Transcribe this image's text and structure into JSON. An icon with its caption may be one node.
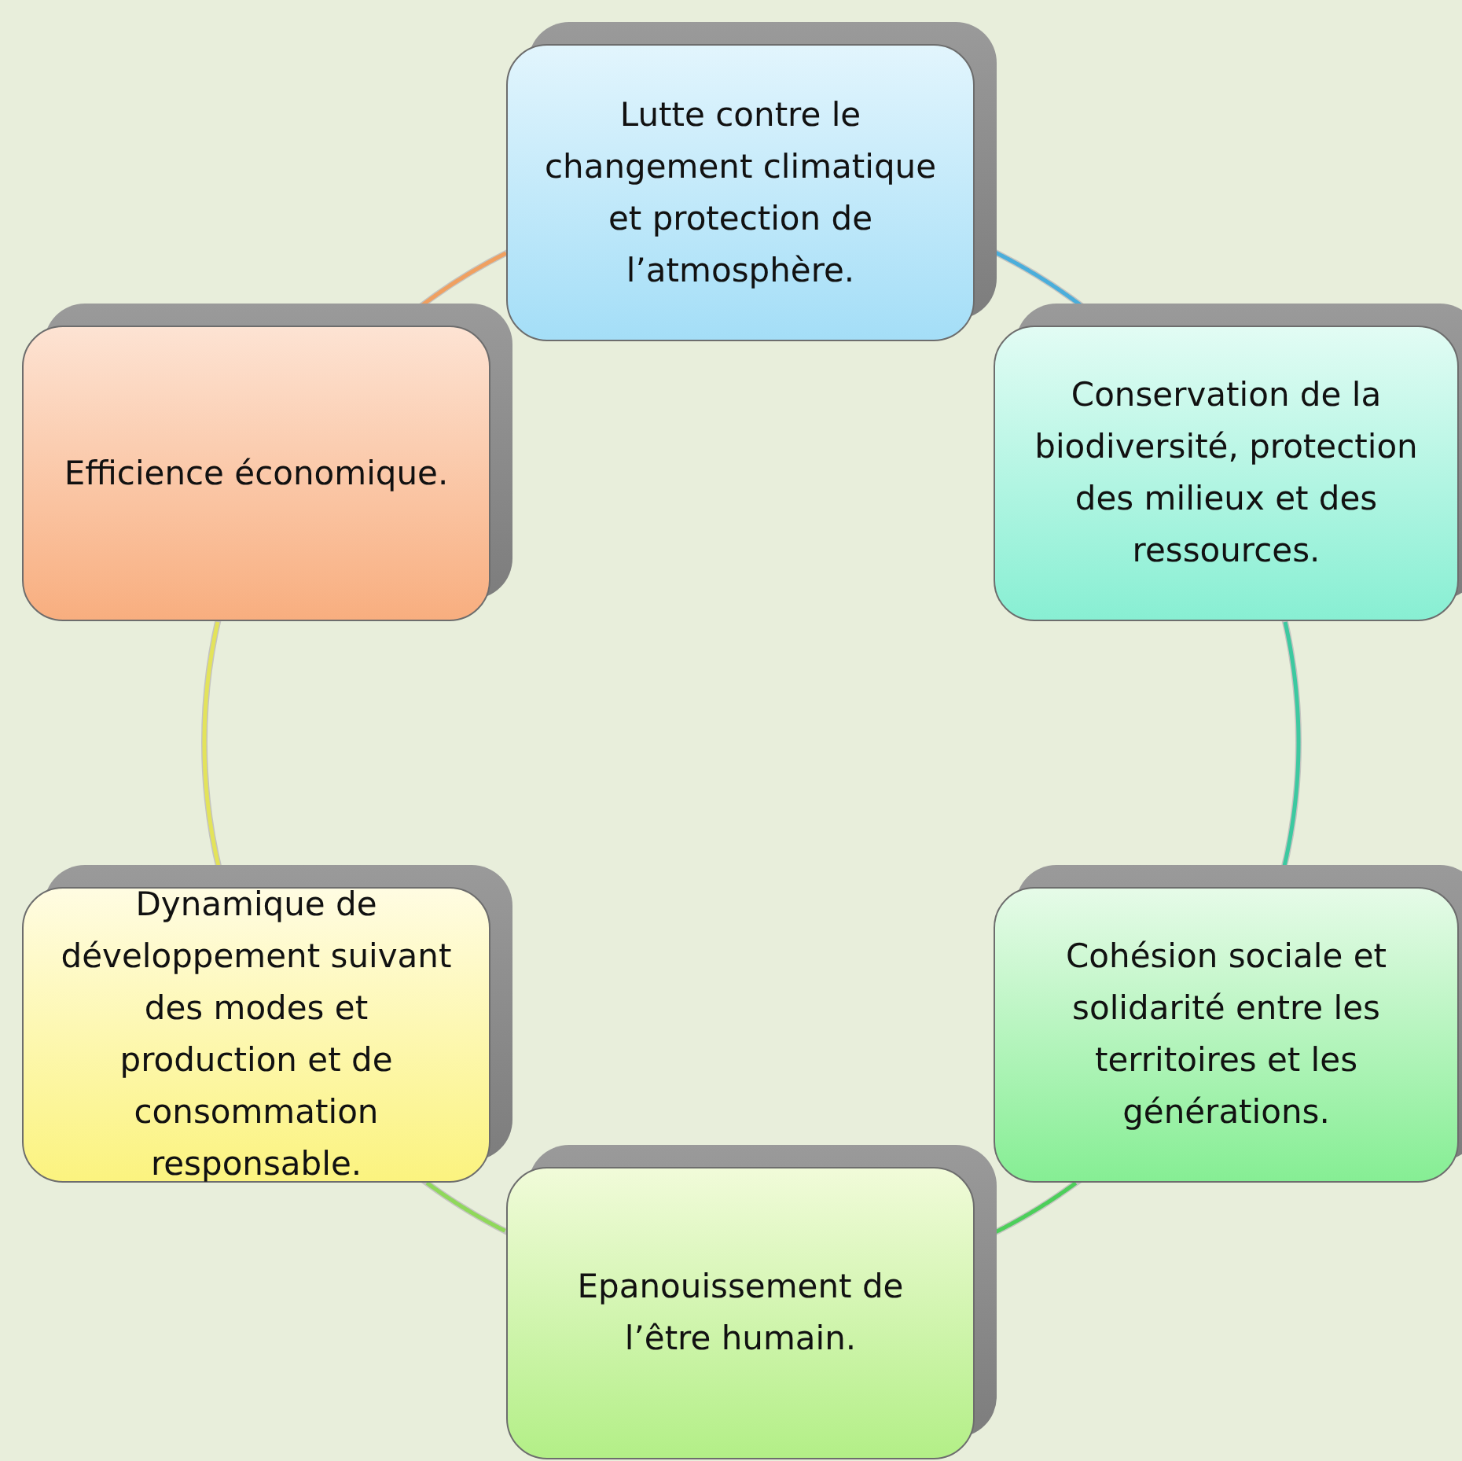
{
  "diagram": {
    "nodes": [
      {
        "text": [
          "Lutte contre le changement climatique et protection de l’atmosphère."
        ]
      },
      {
        "text": [
          "Conservation de la biodiversité, protection des milieux et des ressources."
        ]
      },
      {
        "text": [
          "Cohésion sociale et solidarité entre les territoires et les générations."
        ]
      },
      {
        "text": [
          "Epanouissement de l’être humain."
        ]
      },
      {
        "text": [
          "Dynamique de développement suivant des modes et production et de consommation responsable."
        ]
      },
      {
        "text": [
          "Efficience économique."
        ]
      }
    ],
    "edges": [
      {
        "from": 0,
        "to": 1,
        "arrow": "none",
        "color": "#4aaedb"
      },
      {
        "from": 1,
        "to": 2,
        "arrow": "none",
        "color": "#3cc9a0"
      },
      {
        "from": 2,
        "to": 3,
        "arrow": "none",
        "color": "#4ccf5a"
      },
      {
        "from": 3,
        "to": 4,
        "arrow": "none",
        "color": "#8fd85a"
      },
      {
        "from": 4,
        "to": 5,
        "arrow": "none",
        "color": "#e3e35a"
      },
      {
        "from": 5,
        "to": 0,
        "arrow": "none",
        "color": "#f0a060"
      }
    ]
  }
}
